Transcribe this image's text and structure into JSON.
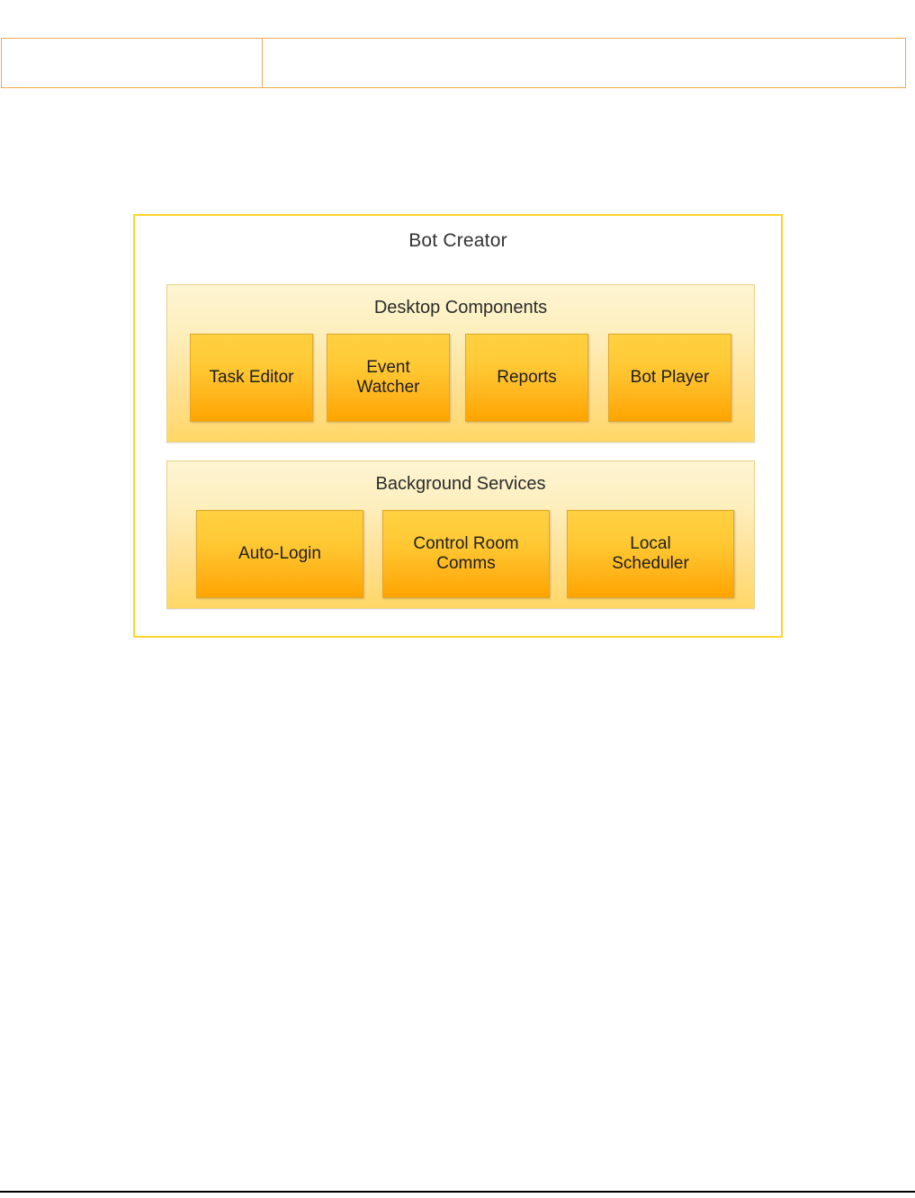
{
  "page": {
    "background_color": "#ffffff",
    "bottom_rule_color": "#000000"
  },
  "top_table": {
    "border_color": "#eeaa55",
    "cells": [
      {
        "name": "left-cell",
        "text": ""
      },
      {
        "name": "right-cell",
        "text": ""
      }
    ]
  },
  "diagram": {
    "title": "Bot Creator",
    "border_color": "#ffd42a",
    "panel_border_color": "#e8d48a",
    "box_border_color": "#e0a72b",
    "box_fill_top": "#ffd041",
    "box_fill_bottom": "#ffa400",
    "panel_fill_top": "#fdf4d2",
    "panel_fill_bottom": "#ffd766",
    "text_color": "#1e1e1e",
    "sections": [
      {
        "id": "desktop-components",
        "title": "Desktop Components",
        "items": [
          {
            "label": "Task Editor"
          },
          {
            "label": "Event\nWatcher"
          },
          {
            "label": "Reports"
          },
          {
            "label": "Bot Player"
          }
        ]
      },
      {
        "id": "background-services",
        "title": "Background Services",
        "items": [
          {
            "label": "Auto-Login"
          },
          {
            "label": "Control Room\nComms"
          },
          {
            "label": "Local\nScheduler"
          }
        ]
      }
    ]
  }
}
